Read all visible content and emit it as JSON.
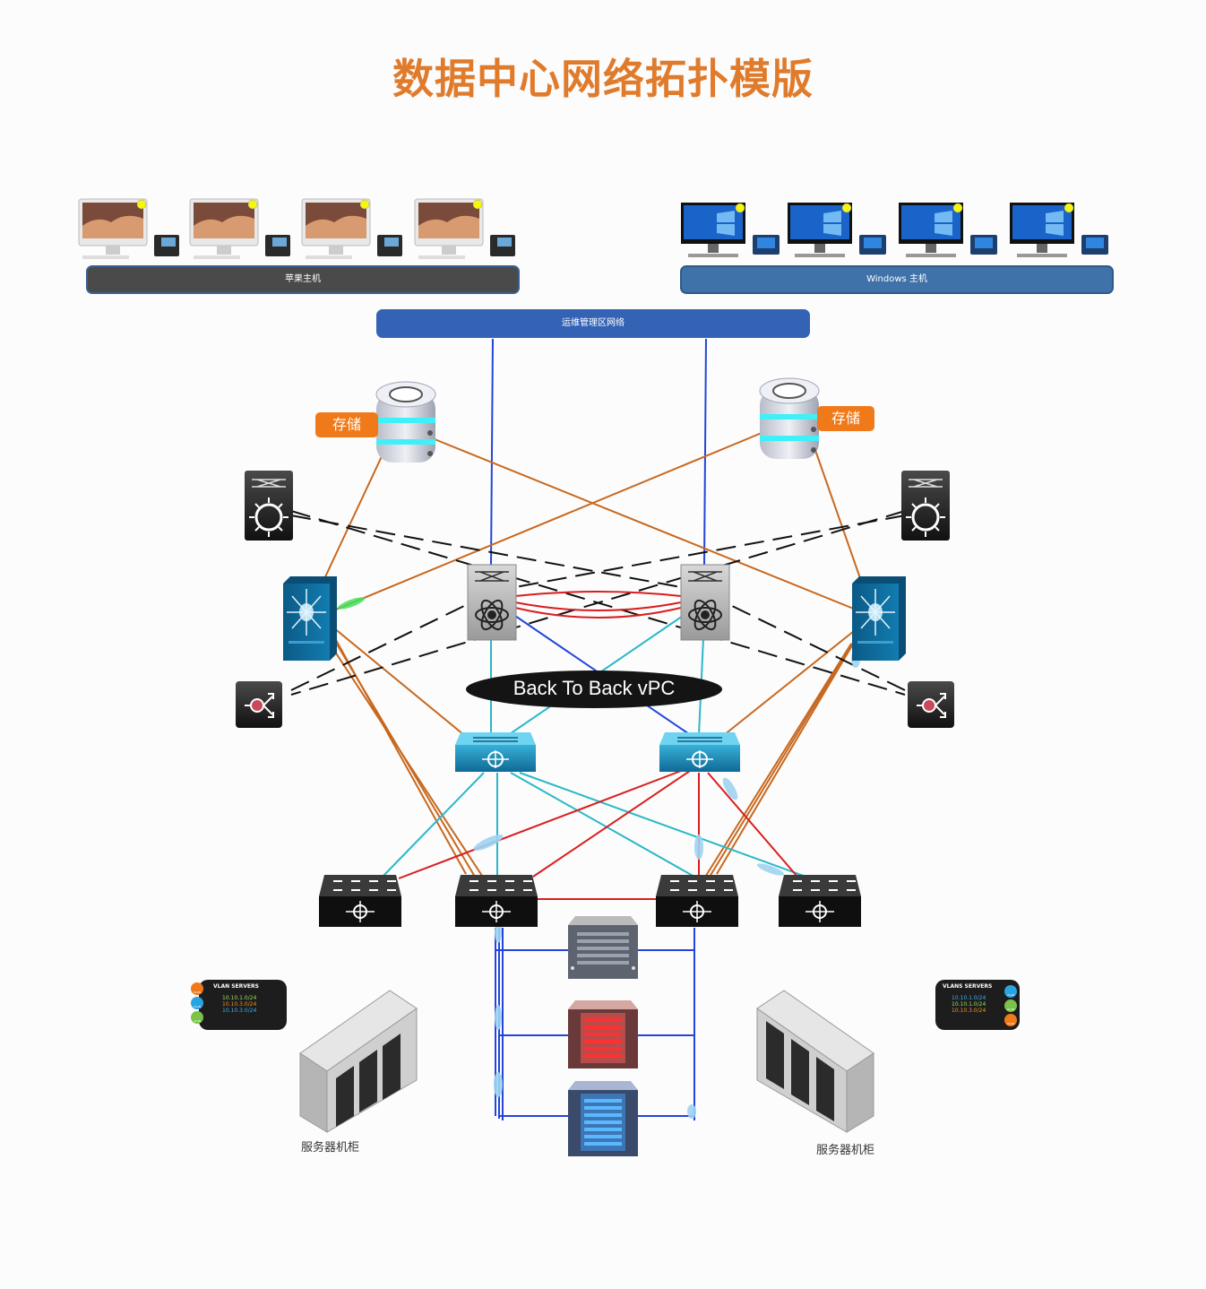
{
  "title": "数据中心网络拓扑模版",
  "groups": {
    "apple": {
      "label": "苹果主机",
      "color": "#4a4a4a"
    },
    "windows": {
      "label": "Windows 主机",
      "color": "#3f72a8"
    },
    "ops": {
      "label": "运维管理区网络",
      "color": "#3463b5"
    }
  },
  "storage": {
    "left": "存储",
    "right": "存储"
  },
  "vpc_label": "Back To Back vPC",
  "racks": {
    "left": "服务器机柜",
    "right": "服务器机柜"
  },
  "vlan_left": {
    "title": "VLAN SERVERS",
    "entries": [
      "10.10.1.0/24",
      "10.10.3.0/24",
      "10.10.3.0/24"
    ],
    "badge": "VLAN"
  },
  "vlan_right": {
    "title": "VLANS SERVERS",
    "entries": [
      "10.10.1.0/24",
      "10.10.1.0/24",
      "10.10.3.0/24"
    ],
    "badge": "VLAN"
  },
  "colors": {
    "title": "#e07b2c",
    "orange_link": "#c8681e",
    "blue_link": "#2346d8",
    "red_link": "#d81e1e",
    "cyan_link": "#2ab8c8",
    "dashed": "#111111",
    "tag": "#f07a1a"
  }
}
